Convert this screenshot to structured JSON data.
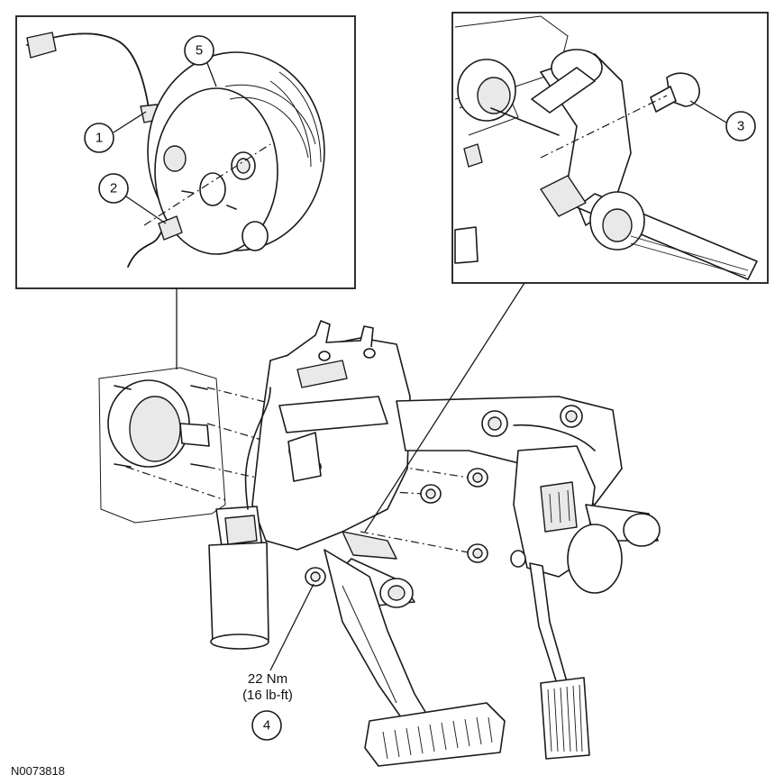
{
  "callouts": [
    {
      "id": "1",
      "label": "1"
    },
    {
      "id": "2",
      "label": "2"
    },
    {
      "id": "3",
      "label": "3"
    },
    {
      "id": "4",
      "label": "4"
    },
    {
      "id": "5",
      "label": "5"
    }
  ],
  "torque_spec": {
    "metric": "22 Nm",
    "imperial": "(16 lb-ft)"
  },
  "figure_reference": "N0073818"
}
